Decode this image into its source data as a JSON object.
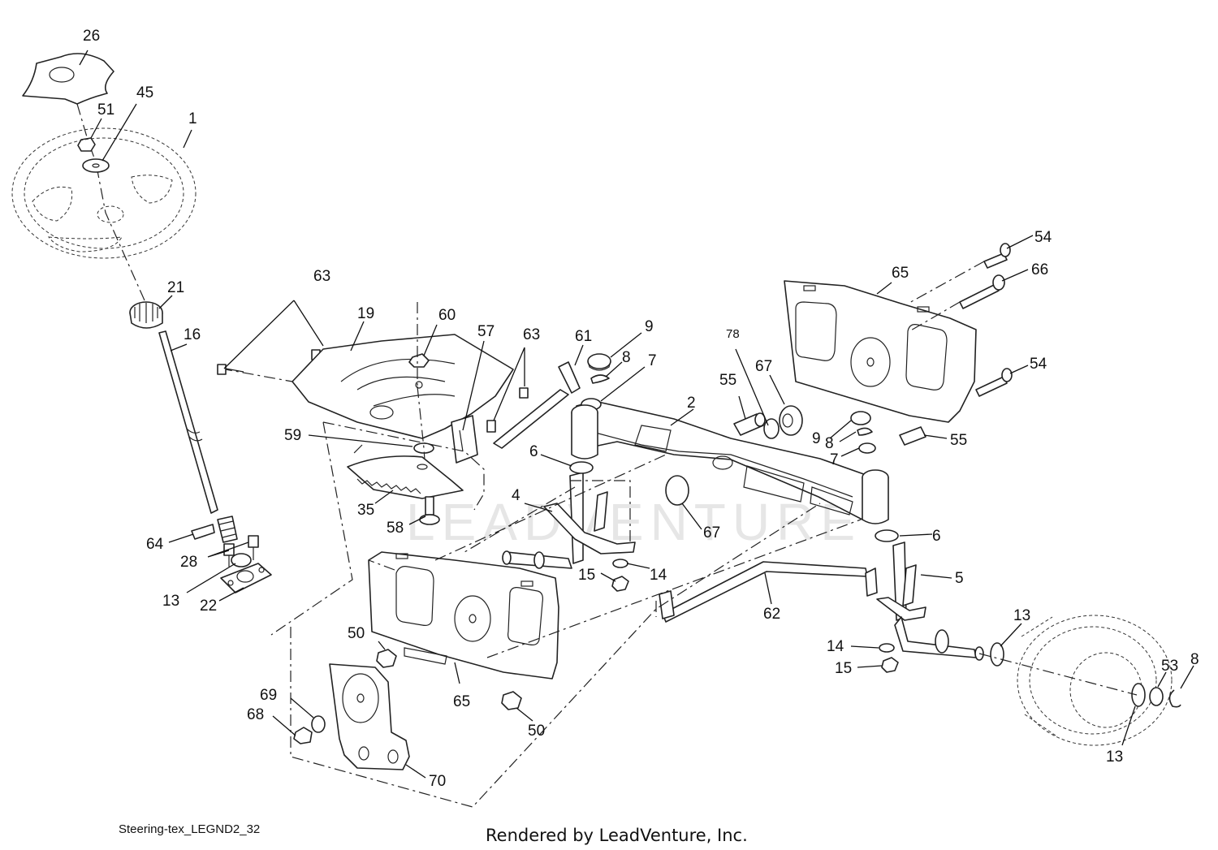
{
  "diagram_code": "Steering-tex_LEGND2_32",
  "watermark": "LEADVENTURE",
  "footer": "Rendered by LeadVenture, Inc.",
  "callouts": {
    "c26": "26",
    "c45": "45",
    "c51": "51",
    "c1": "1",
    "c21": "21",
    "c16": "16",
    "c63a": "63",
    "c19": "19",
    "c60": "60",
    "c57": "57",
    "c63b": "63",
    "c61": "61",
    "c9a": "9",
    "c8a": "8",
    "c7a": "7",
    "c78": "78",
    "c67a": "67",
    "c55a": "55",
    "c2": "2",
    "c65a": "65",
    "c54a": "54",
    "c66": "66",
    "c54b": "54",
    "c9b": "9",
    "c8b": "8",
    "c7b": "7",
    "c55b": "55",
    "c59": "59",
    "c6a": "6",
    "c4": "4",
    "c35": "35",
    "c58": "58",
    "c67b": "67",
    "c6b": "6",
    "c64": "64",
    "c28": "28",
    "c13a": "13",
    "c22": "22",
    "c15a": "15",
    "c14a": "14",
    "c5": "5",
    "c62": "62",
    "c13b": "13",
    "c14b": "14",
    "c15b": "15",
    "c53": "53",
    "c8c": "8",
    "c50a": "50",
    "c65b": "65",
    "c69": "69",
    "c68": "68",
    "c50b": "50",
    "c13c": "13",
    "c70": "70"
  }
}
